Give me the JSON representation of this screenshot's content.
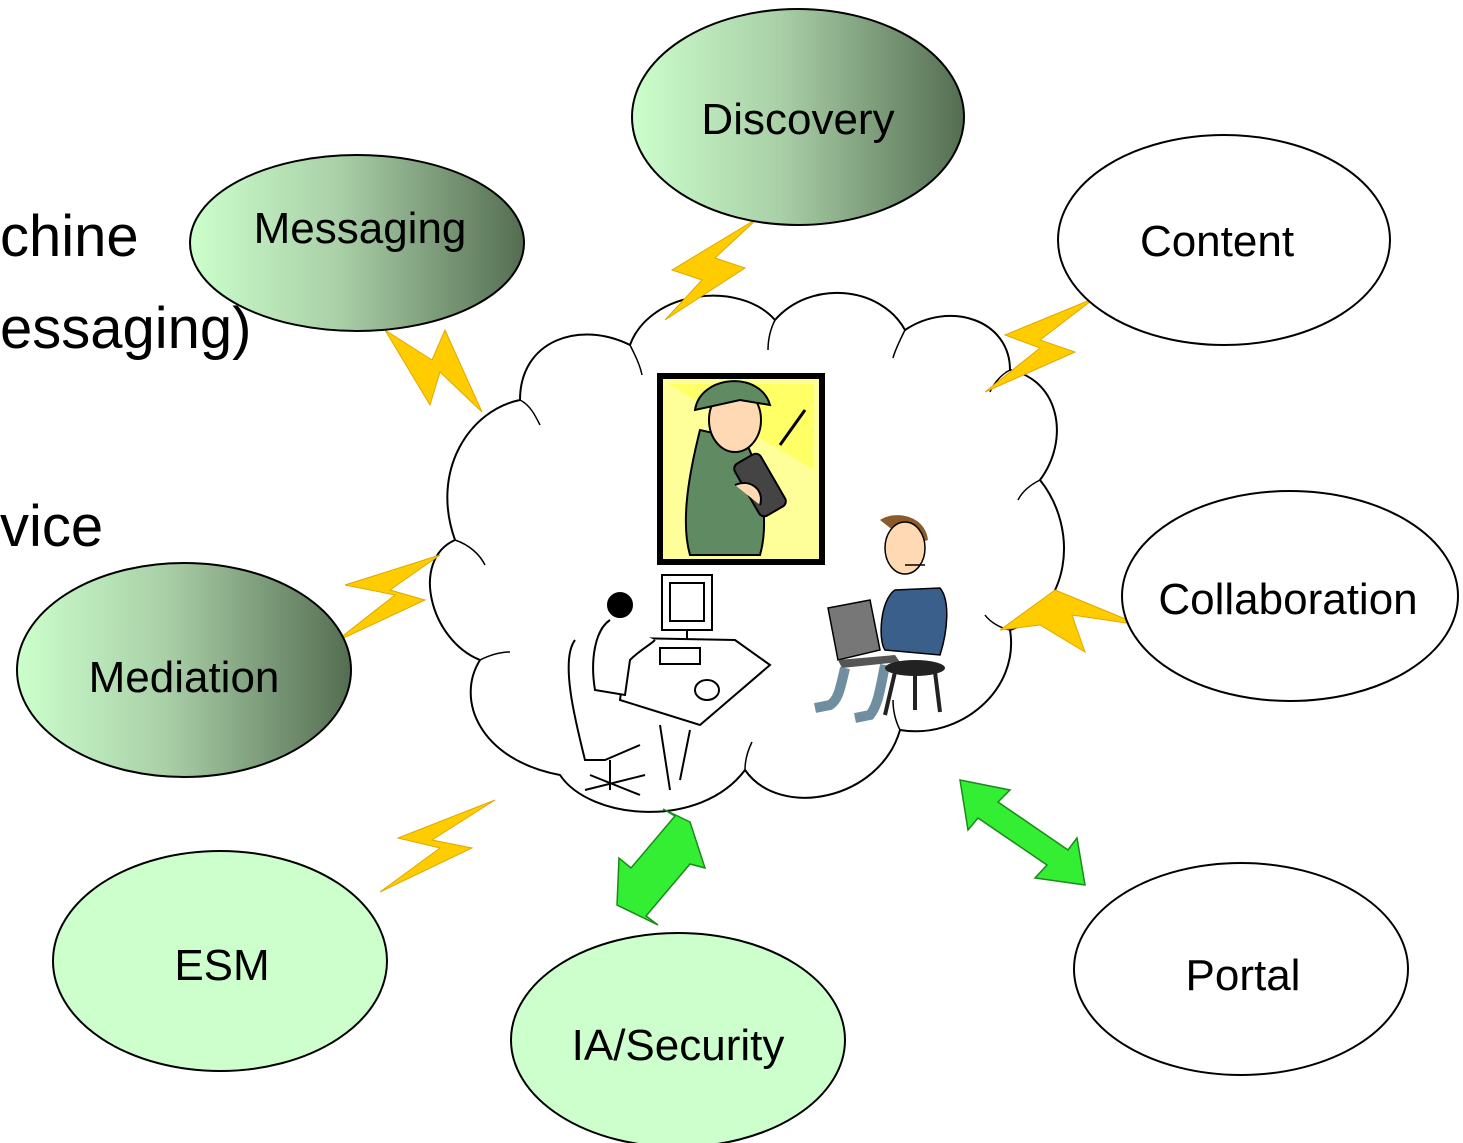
{
  "background_text": {
    "line1": "chine",
    "line2": "essaging)",
    "line3": "vice"
  },
  "services": {
    "discovery": "Discovery",
    "messaging": "Messaging",
    "content": "Content",
    "collaboration": "Collaboration",
    "mediation": "Mediation",
    "esm": "ESM",
    "ia_security": "IA/Security",
    "portal": "Portal"
  },
  "colors": {
    "green_light": "#ccffcc",
    "green_dark": "#5b7458",
    "lightning": "#ffcc00",
    "arrow": "#33ee33"
  }
}
